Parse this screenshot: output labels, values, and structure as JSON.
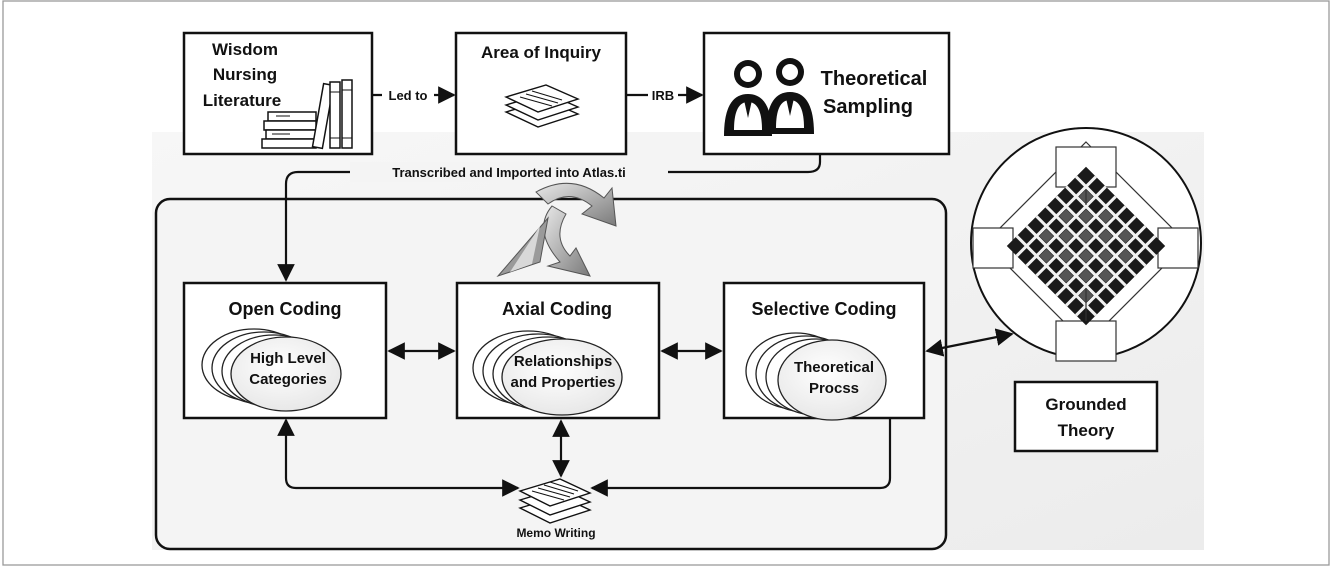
{
  "nodes": {
    "wisdom_literature": [
      "Wisdom",
      "Nursing",
      "Literature"
    ],
    "area_of_inquiry": "Area of Inquiry",
    "theoretical_sampling": [
      "Theoretical",
      "Sampling"
    ],
    "open_coding": {
      "title": "Open Coding",
      "content": [
        "High Level",
        "Categories"
      ]
    },
    "axial_coding": {
      "title": "Axial Coding",
      "content": [
        "Relationships",
        "and Properties"
      ]
    },
    "selective_coding": {
      "title": "Selective Coding",
      "content": [
        "Theoretical",
        "Procss"
      ]
    },
    "grounded_theory": [
      "Grounded",
      "Theory"
    ],
    "memo_writing": "Memo Writing"
  },
  "edges": {
    "led_to": "Led to",
    "irb": "IRB",
    "transcribed": "Transcribed and Imported into Atlas.ti"
  },
  "icons": [
    "books-icon",
    "documents-icon",
    "people-icon",
    "cycle-arrows-icon",
    "endless-knot-icon"
  ]
}
